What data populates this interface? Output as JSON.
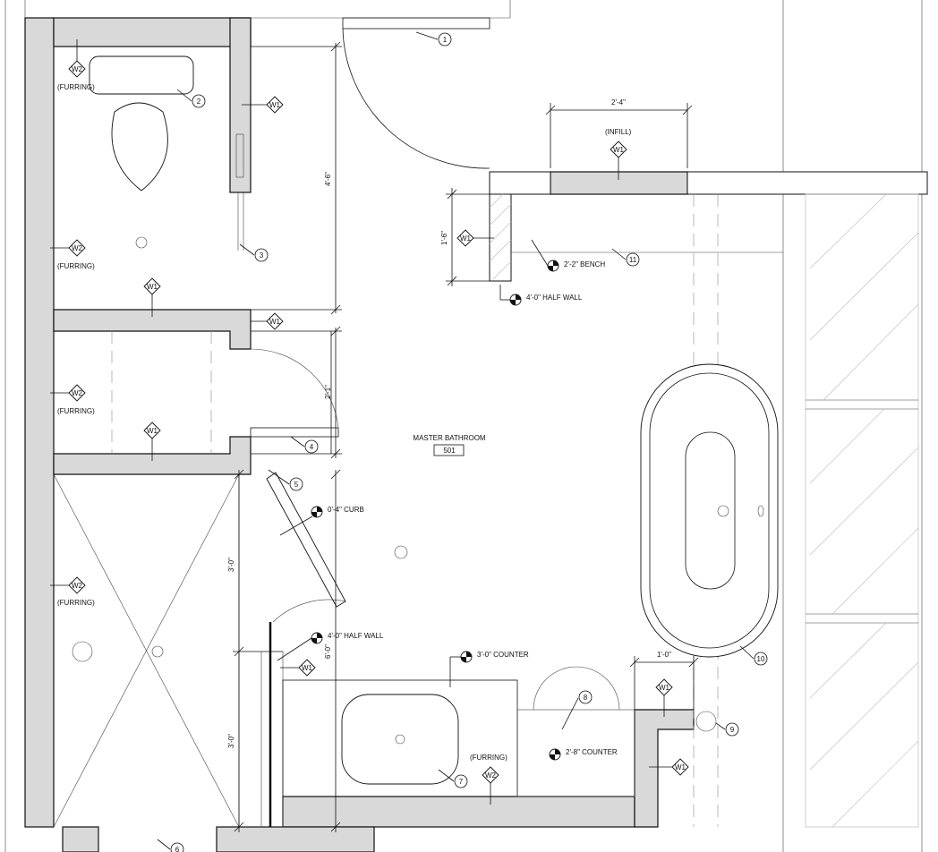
{
  "room": {
    "name": "MASTER BATHROOM",
    "number": "501"
  },
  "wall_types": {
    "w1": "W1",
    "w2": "W2"
  },
  "notes": {
    "furring": "(FURRING)",
    "infill": "(INFILL)",
    "bench": "2'-2\" BENCH",
    "half_wall_top": "4'-0\" HALF WALL",
    "curb": "0'-4\" CURB",
    "half_wall_bottom": "4'-0\" HALF WALL",
    "counter_3": "3'-0\" COUNTER",
    "counter_2_8": "2'-8\" COUNTER"
  },
  "dimensions": {
    "infill_width": "2'-4\"",
    "wc_height": "4'-6\"",
    "closet_height": "2'-1\"",
    "bench_height": "1'-6\"",
    "shower_upper": "3'-0\"",
    "shower_lower": "3'-0\"",
    "shower_total": "6'-0\"",
    "counter_gap": "1'-0\""
  },
  "callouts": [
    "1",
    "2",
    "3",
    "4",
    "5",
    "6",
    "7",
    "8",
    "9",
    "10",
    "11"
  ]
}
